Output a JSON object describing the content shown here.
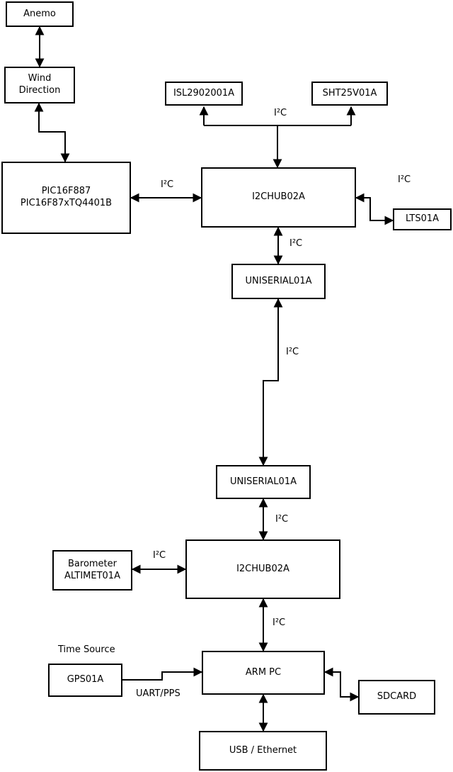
{
  "diagram": {
    "background_color": "#ffffff",
    "line_color": "#000000",
    "boxes": {
      "anemo": {
        "lines": [
          "Anemo"
        ]
      },
      "wind_direction": {
        "lines": [
          "Wind",
          "Direction"
        ]
      },
      "pic": {
        "lines": [
          "PIC16F887",
          "PIC16F87xTQ4401B"
        ]
      },
      "isl": {
        "lines": [
          "ISL2902001A"
        ]
      },
      "sht": {
        "lines": [
          "SHT25V01A"
        ]
      },
      "hub1": {
        "lines": [
          "I2CHUB02A"
        ]
      },
      "lts": {
        "lines": [
          "LTS01A"
        ]
      },
      "uniserial1": {
        "lines": [
          "UNISERIAL01A"
        ]
      },
      "uniserial2": {
        "lines": [
          "UNISERIAL01A"
        ]
      },
      "hub2": {
        "lines": [
          "I2CHUB02A"
        ]
      },
      "barometer": {
        "lines": [
          "Barometer",
          "ALTIMET01A"
        ]
      },
      "gps": {
        "lines": [
          "GPS01A"
        ]
      },
      "armpc": {
        "lines": [
          "ARM PC"
        ]
      },
      "sdcard": {
        "lines": [
          "SDCARD"
        ]
      },
      "usb": {
        "lines": [
          "USB / Ethernet"
        ]
      }
    },
    "labels": {
      "i2c_pic_hub1": "I²C",
      "i2c_bus": "I²C",
      "i2c_lts": "I²C",
      "i2c_hub1_uni1": "I²C",
      "i2c_middle": "I²C",
      "i2c_uni2_hub2": "I²C",
      "i2c_baro": "I²C",
      "i2c_hub2_armpc": "I²C",
      "time_source": "Time Source",
      "uart_pps": "UART/PPS"
    }
  }
}
